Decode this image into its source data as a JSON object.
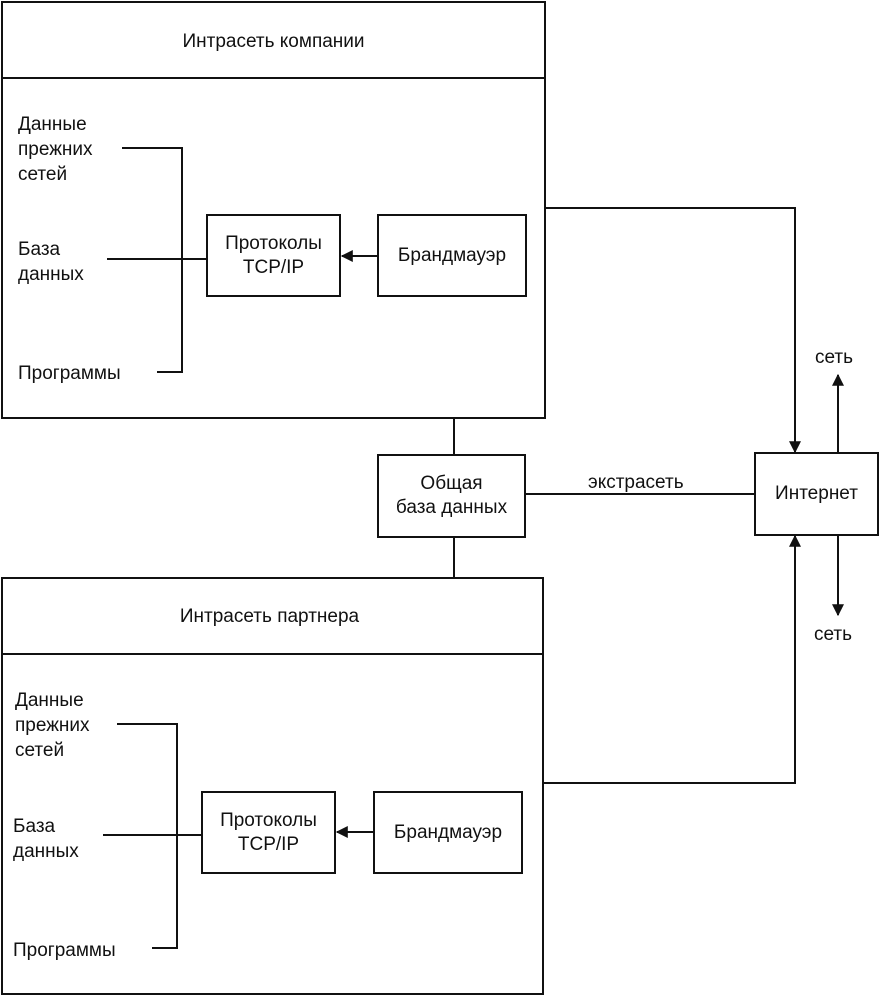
{
  "company_intranet": {
    "title": "Интрасеть компании",
    "sources": {
      "legacy_data": "Данные\nпрежних\nсетей",
      "database": "База\nданных",
      "programs": "Программы"
    },
    "protocols": "Протоколы\nTCP/IP",
    "firewall": "Брандмауэр"
  },
  "partner_intranet": {
    "title": "Интрасеть партнера",
    "sources": {
      "legacy_data": "Данные\nпрежних\nсетей",
      "database": "База\nданных",
      "programs": "Программы"
    },
    "protocols": "Протоколы\nTCP/IP",
    "firewall": "Брандмауэр"
  },
  "shared_db": "Общая\nбаза данных",
  "extranet_label": "экстрасеть",
  "internet": "Интернет",
  "net_up": "сеть",
  "net_down": "сеть"
}
